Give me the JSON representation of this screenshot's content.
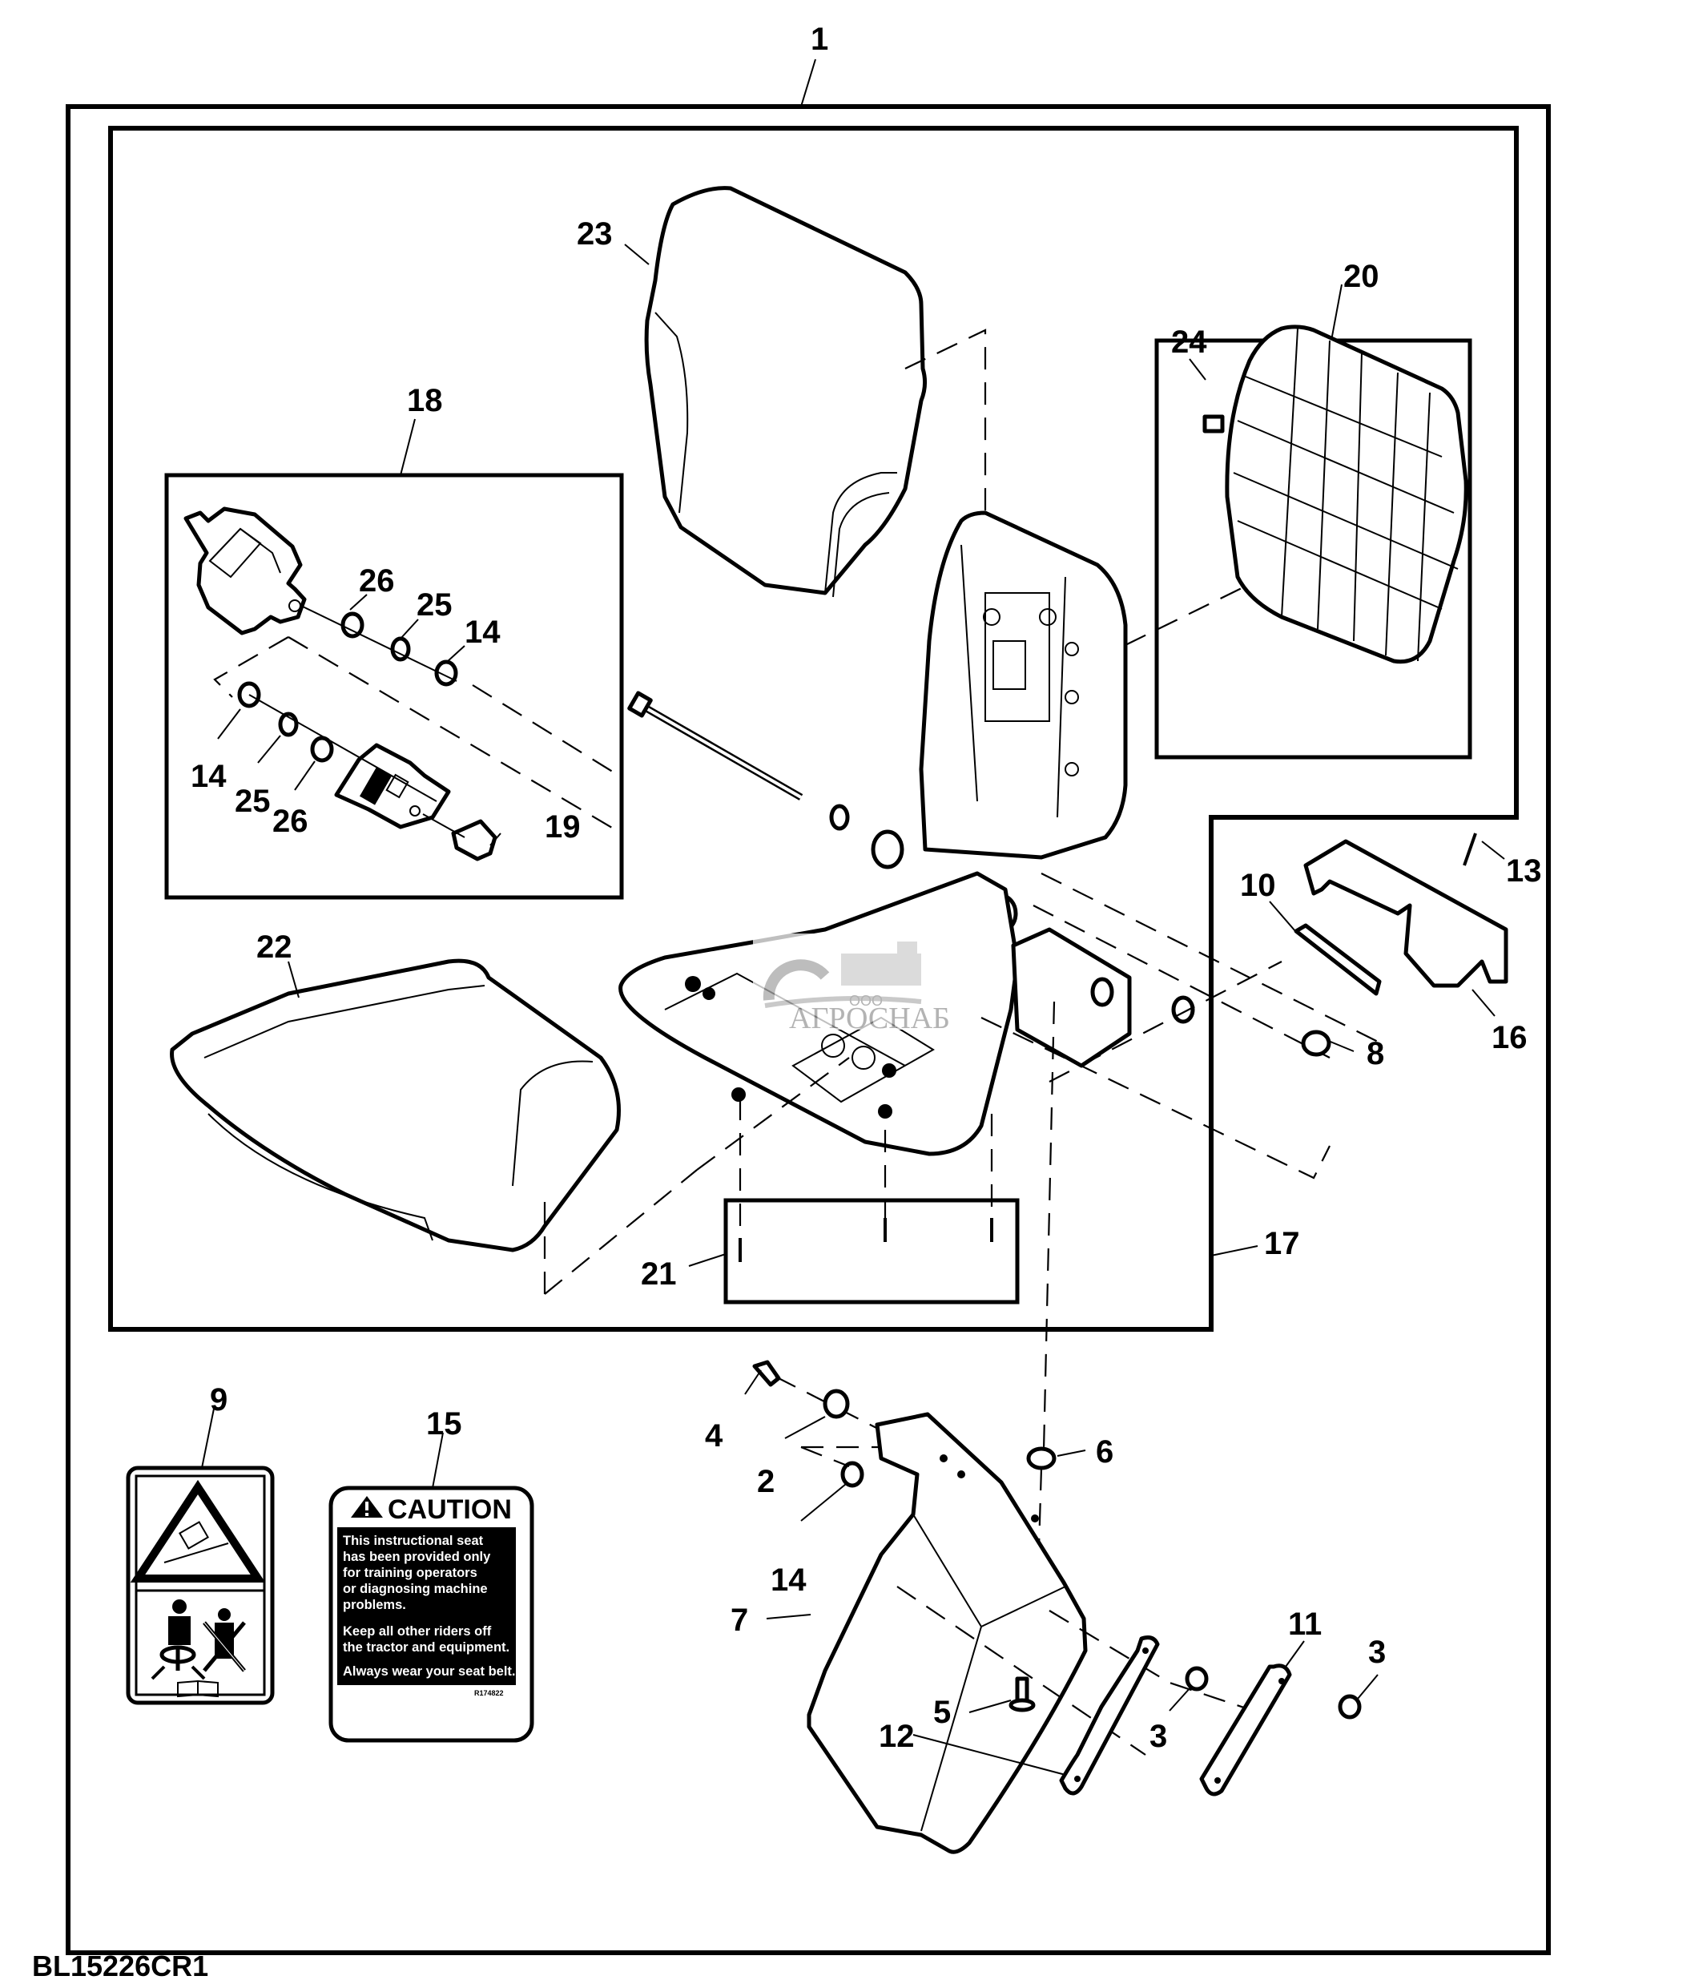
{
  "figure": {
    "id": "BL15226CR1",
    "assembly_callout": "1"
  },
  "callouts": {
    "c1": "1",
    "c2": "2",
    "c3a": "3",
    "c3b": "3",
    "c4": "4",
    "c5": "5",
    "c6": "6",
    "c7": "7",
    "c8": "8",
    "c9": "9",
    "c10": "10",
    "c11": "11",
    "c12": "12",
    "c13": "13",
    "c14a": "14",
    "c14b": "14",
    "c14c": "14",
    "c15": "15",
    "c16": "16",
    "c17": "17",
    "c18": "18",
    "c19": "19",
    "c20": "20",
    "c21": "21",
    "c22": "22",
    "c23": "23",
    "c24": "24",
    "c25a": "25",
    "c25b": "25",
    "c26a": "26",
    "c26b": "26"
  },
  "caution_decal": {
    "title": "CAUTION",
    "lines": [
      "This instructional seat",
      "has been provided only",
      "for training operators",
      "or diagnosing machine",
      "problems.",
      "",
      "Keep all other riders off",
      "the tractor and equipment.",
      "",
      "Always wear your seat belt."
    ],
    "part_number": "R174822"
  },
  "safety_decal": {
    "icons": [
      "rollover-warning-triangle-icon",
      "single-operator-seat-icon",
      "no-rider-icon",
      "operator-manual-icon"
    ]
  },
  "watermark": {
    "prefix": "ООО",
    "name": "АГРОСНАБ"
  }
}
